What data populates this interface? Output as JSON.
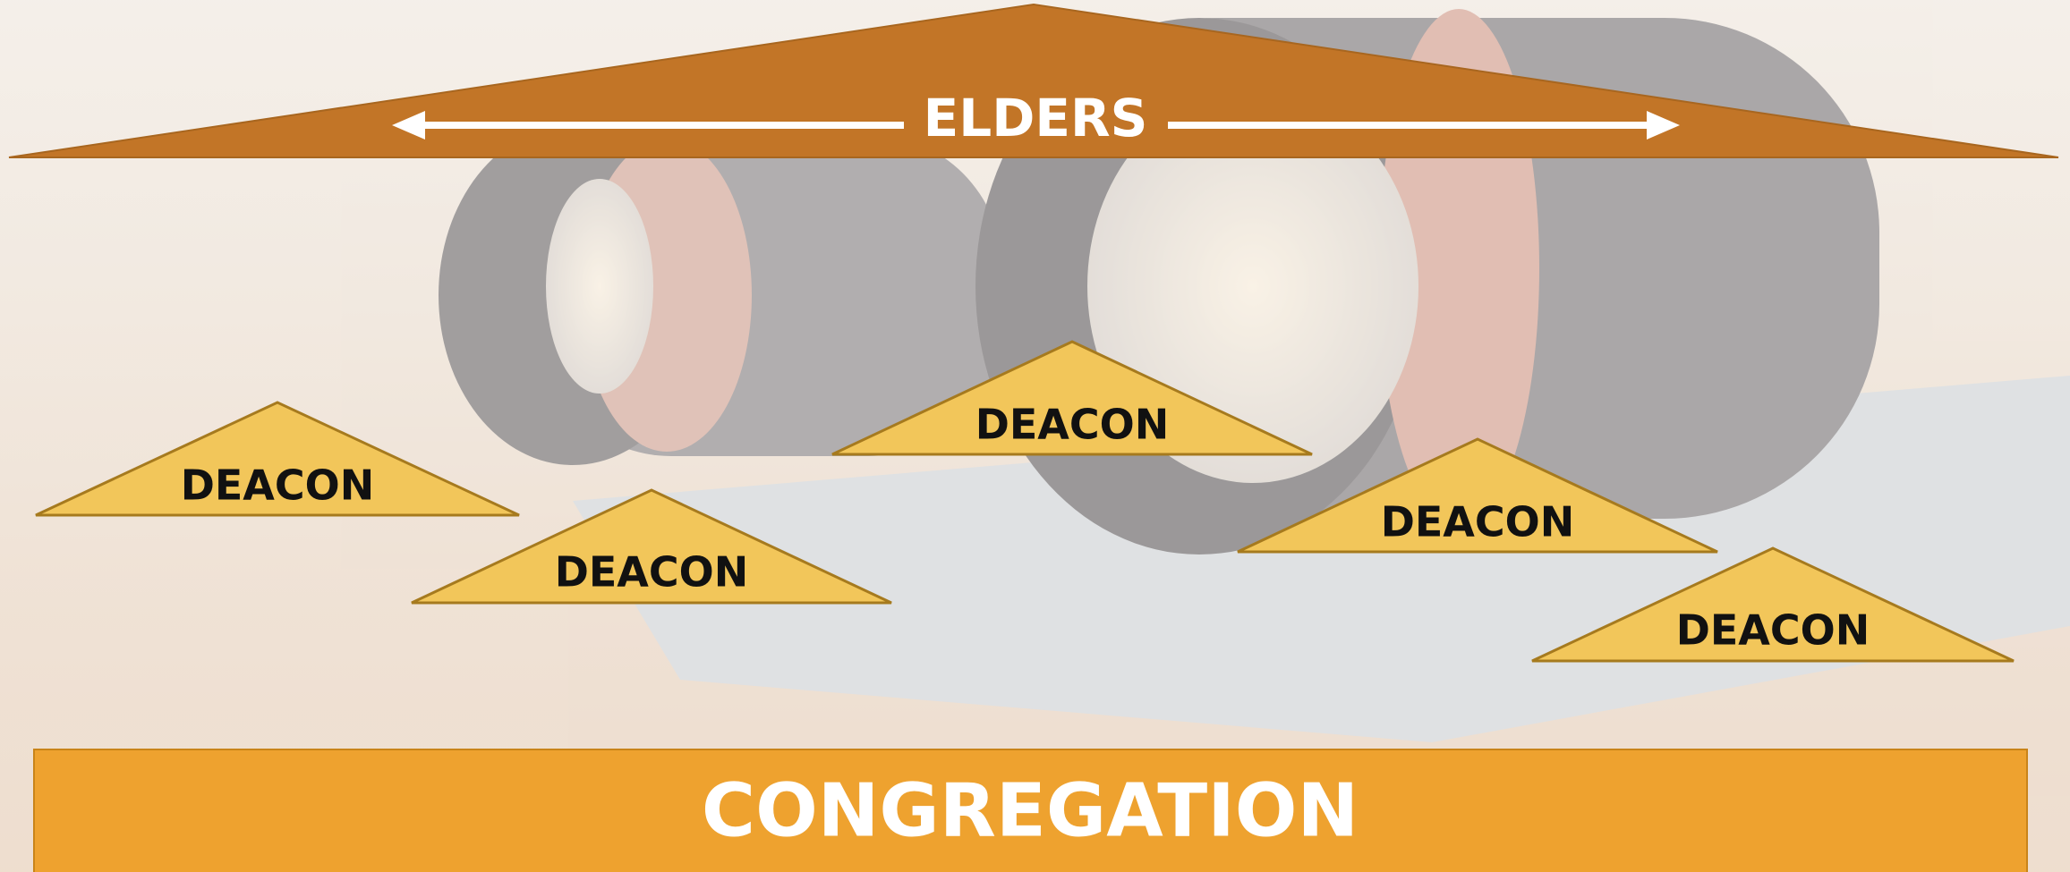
{
  "diagram": {
    "elders": {
      "label": "ELDERS",
      "fill": "#C27527",
      "text_color": "#FFFFFF"
    },
    "deacons": [
      {
        "label": "DEACON"
      },
      {
        "label": "DEACON"
      },
      {
        "label": "DEACON"
      },
      {
        "label": "DEACON"
      },
      {
        "label": "DEACON"
      }
    ],
    "deacon_style": {
      "fill": "#F2C65A",
      "stroke": "#A67A1E",
      "text_color": "#111111"
    },
    "congregation": {
      "label": "CONGREGATION",
      "fill": "#EEA22F",
      "text_color": "#FFFFFF"
    },
    "background": {
      "subject": "binoculars photo (faded)",
      "colors": {
        "base": "#F3ECE4",
        "lens_body": "#7E7E86",
        "lens_ring": "#D49A8C",
        "board": "#DCE4EA"
      }
    }
  }
}
